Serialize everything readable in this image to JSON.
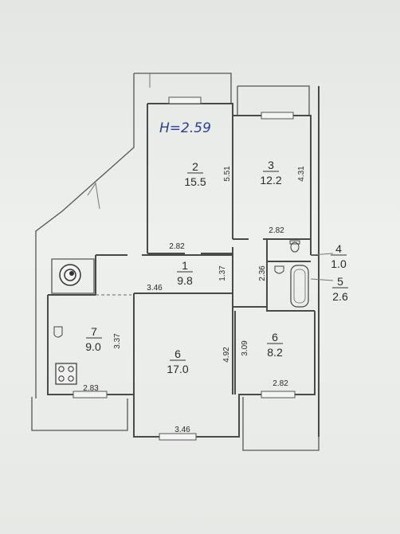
{
  "handwritten_note": "H=2.59",
  "rooms": [
    {
      "id": "room-2",
      "number": "2",
      "area": "15.5"
    },
    {
      "id": "room-3",
      "number": "3",
      "area": "12.2"
    },
    {
      "id": "room-1",
      "number": "1",
      "area": "9.8"
    },
    {
      "id": "room-4",
      "number": "4",
      "area": "1.0"
    },
    {
      "id": "room-5",
      "number": "5",
      "area": "2.6"
    },
    {
      "id": "room-7",
      "number": "7",
      "area": "9.0"
    },
    {
      "id": "room-6a",
      "number": "6",
      "area": "17.0"
    },
    {
      "id": "room-6b",
      "number": "6",
      "area": "8.2"
    }
  ],
  "dimensions": {
    "room2_width": "2.82",
    "room2_length": "5.51",
    "room3_width": "2.82",
    "room3_length": "4.31",
    "hall_width": "3.46",
    "hall_depth": "1.37",
    "bath_depth": "2.36",
    "kitchen_width": "2.83",
    "kitchen_length": "3.37",
    "room6a_width": "3.46",
    "room6a_length": "4.92",
    "room6b_width": "2.82",
    "room6b_length": "3.09"
  },
  "icons": [
    "toilet-icon",
    "bathtub-icon",
    "sink-icon",
    "stove-icon",
    "water-heater-icon"
  ]
}
